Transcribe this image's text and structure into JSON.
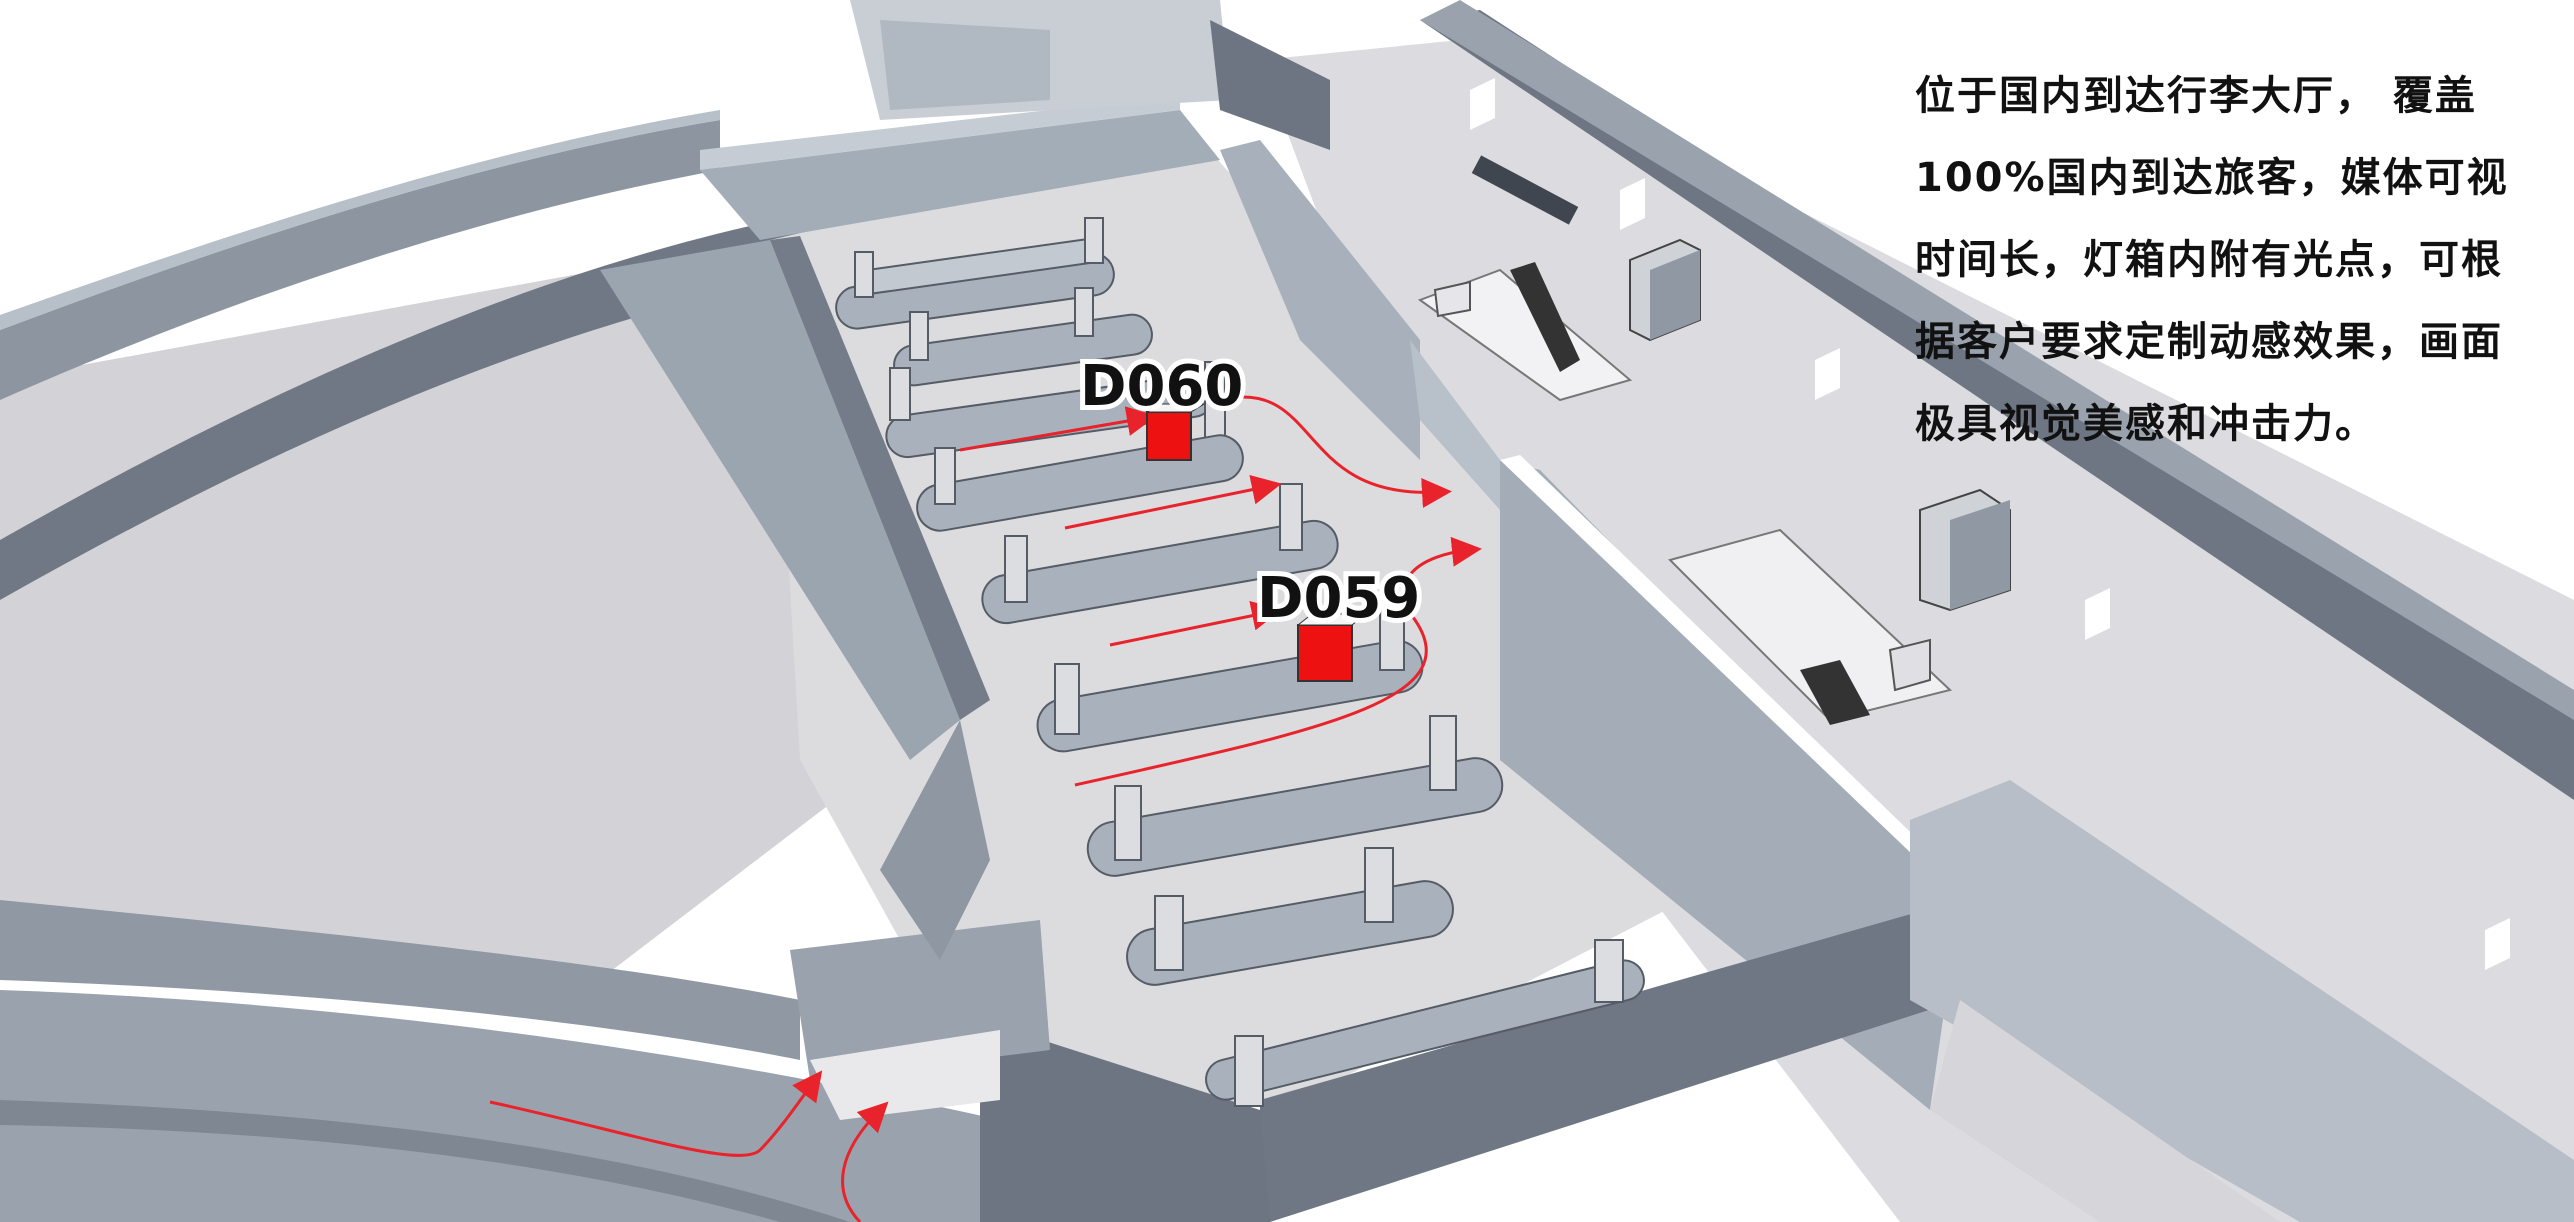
{
  "description": {
    "lines": [
      "位于国内到达行李大厅， 覆盖",
      "100%国内到达旅客，媒体可视",
      "时间长，灯箱内附有光点，可根",
      "据客户要求定制动感效果，画面",
      "极具视觉美感和冲击力。"
    ]
  },
  "markers": [
    {
      "label": "D060",
      "color": "#ee1111"
    },
    {
      "label": "D059",
      "color": "#ee1111"
    }
  ],
  "colors": {
    "floor": "#d7d7db",
    "wall_light": "#a6b0bb",
    "wall_dark": "#6b7480",
    "flow_arrow": "#e8232b",
    "ad_box": "#ee1111"
  }
}
